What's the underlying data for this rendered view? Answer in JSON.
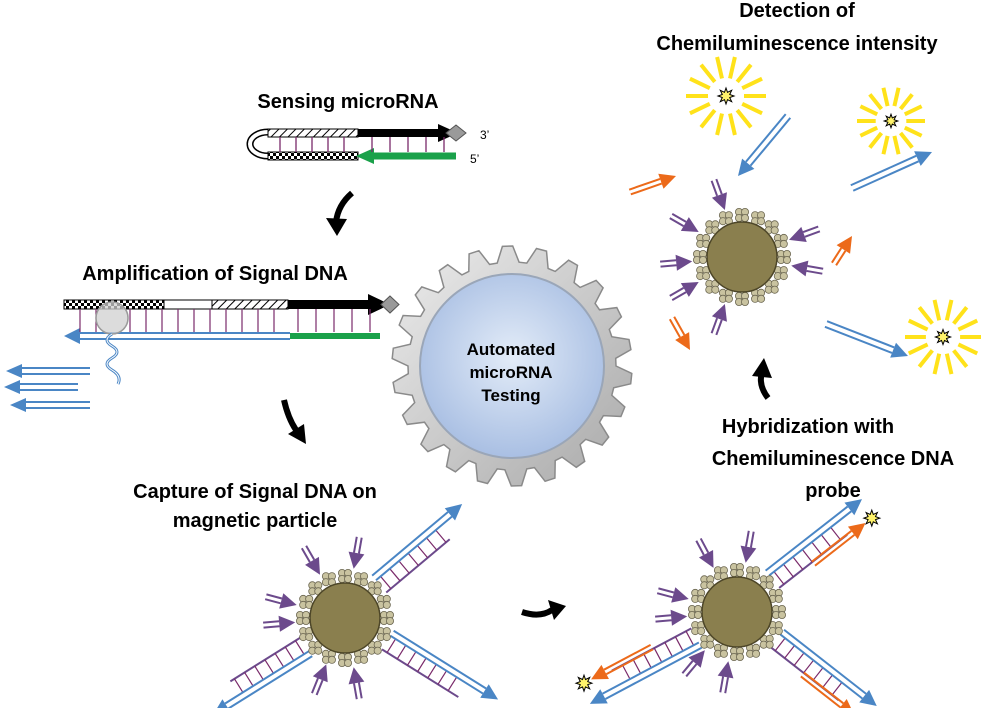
{
  "labels": {
    "sensing": "Sensing microRNA",
    "three_prime": "3’",
    "five_prime": "5’",
    "amplification": "Amplification of Signal DNA",
    "capture_line1": "Capture of Signal DNA on",
    "capture_line2": "magnetic particle",
    "detection_line1": "Detection of",
    "detection_line2": "Chemiluminescence intensity",
    "hybrid_line1": "Hybridization with",
    "hybrid_line2": "Chemiluminescence DNA",
    "hybrid_line3": "probe"
  },
  "center": {
    "line1": "Automated",
    "line2": "microRNA",
    "line3": "Testing"
  },
  "colors": {
    "green": "#1aa14a",
    "blue": "#4a86c5",
    "purple": "#6c4a8c",
    "orange": "#ec6a1a",
    "bead": "#8a7f4e",
    "bead_dots": "#c9c3a0",
    "star_yellow": "#ffe21a",
    "gear_metal": "#c8c8c8",
    "gear_inner": "#b9cbe9"
  }
}
